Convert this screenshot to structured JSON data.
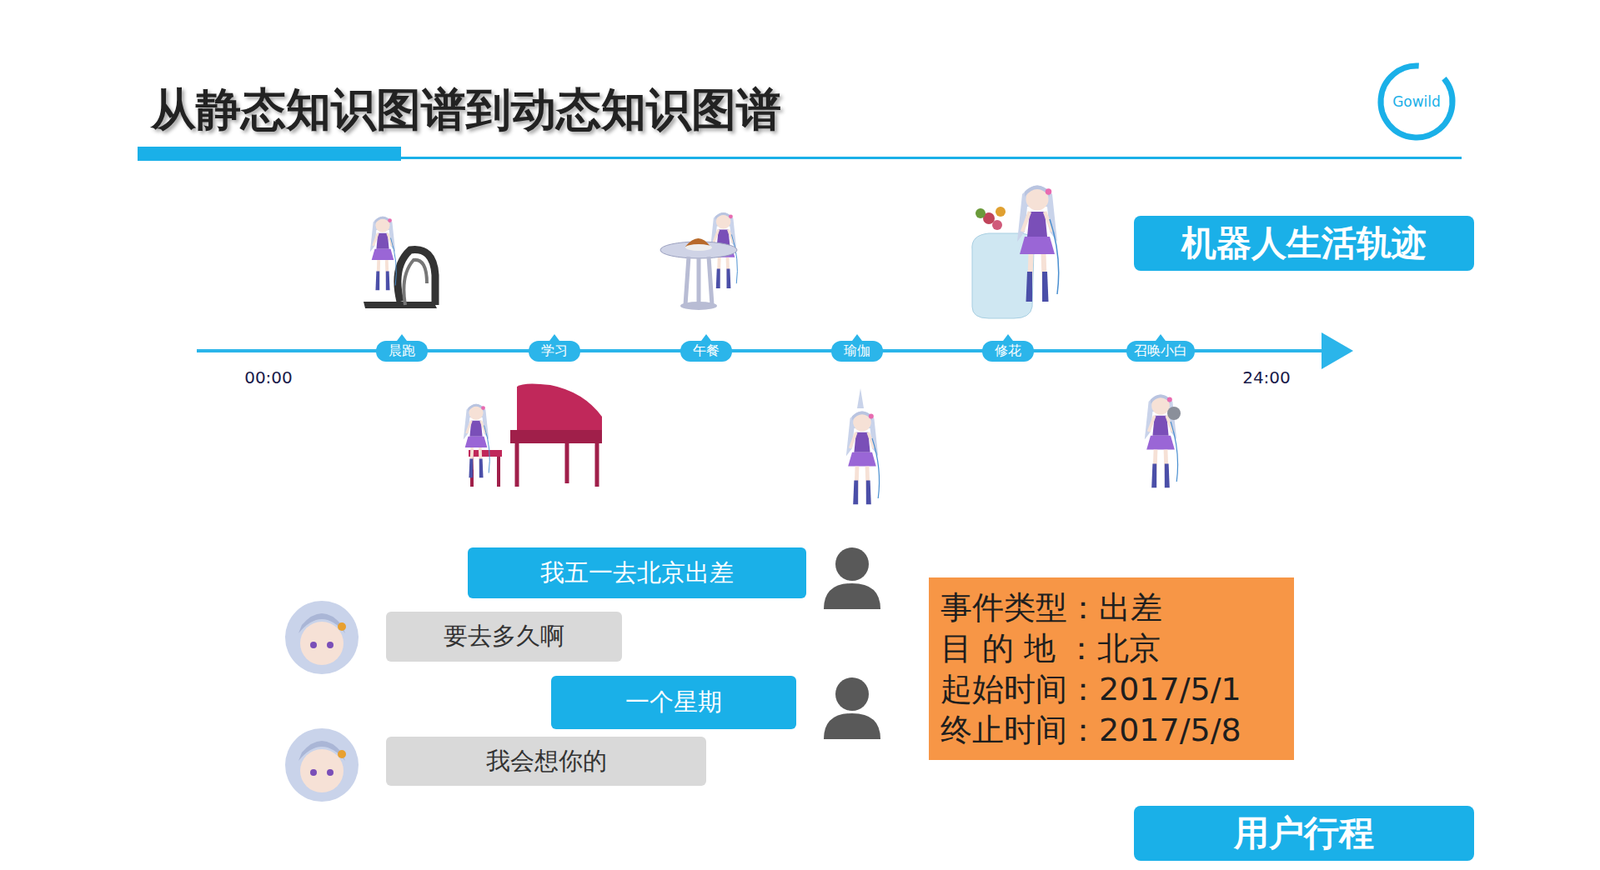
{
  "diagram": {
    "title": "从静态知识图谱到动态知识图谱",
    "nodes": [
      {
        "text": [
          "机器人生活轨迹"
        ]
      },
      {
        "text": [
          "晨跑"
        ]
      },
      {
        "text": [
          "学习"
        ]
      },
      {
        "text": [
          "午餐"
        ]
      },
      {
        "text": [
          "瑜伽"
        ]
      },
      {
        "text": [
          "修花"
        ]
      },
      {
        "text": [
          "召唤小白"
        ]
      },
      {
        "text": [
          "我五一去北京出差"
        ]
      },
      {
        "text": [
          "要去多久啊"
        ]
      },
      {
        "text": [
          "一个星期"
        ]
      },
      {
        "text": [
          "我会想你的"
        ]
      },
      {
        "text": [
          "事件类型：出差",
          "目 的 地 ：北京",
          "起始时间：2017/5/1",
          "终止时间：2017/5/8"
        ]
      },
      {
        "text": [
          "用户行程"
        ]
      }
    ],
    "labels": [
      "00:00",
      "24:00",
      "Gowild"
    ]
  }
}
